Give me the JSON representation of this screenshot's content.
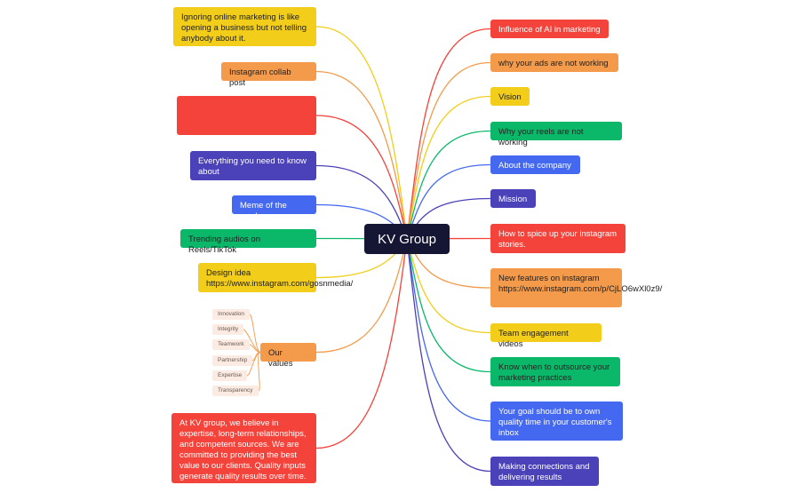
{
  "center": {
    "label": "KV Group"
  },
  "left_nodes": [
    {
      "text": "Ignoring online marketing is like opening a business but not telling anybody about it.",
      "color": "#f2cd1a",
      "text_color": "#222222"
    },
    {
      "text": "Instagram collab post",
      "color": "#f49a4b",
      "text_color": "#222222"
    },
    {
      "text": "",
      "color": "#f4433b",
      "text_color": "#ffffff"
    },
    {
      "text": "Everything you need to know about",
      "color": "#4b41b8",
      "text_color": "#ffffff"
    },
    {
      "text": "Meme of the week",
      "color": "#4568f0",
      "text_color": "#ffffff"
    },
    {
      "text": "Trending audios on Reels/TikTok",
      "color": "#0bb86a",
      "text_color": "#222222"
    },
    {
      "text": "Design idea https://www.instagram.com/gosnmedia/",
      "color": "#f2cd1a",
      "text_color": "#222222"
    },
    {
      "text": "Our values",
      "color": "#f49a4b",
      "text_color": "#222222"
    },
    {
      "text": "At KV group, we believe in expertise, long-term relationships, and competent sources. We are committed to providing the best value to our clients. Quality inputs generate quality results over time.",
      "color": "#f4433b",
      "text_color": "#ffffff"
    }
  ],
  "values": [
    "Innovation",
    "Integrity",
    "Teamwork",
    "Partnership",
    "Expertise",
    "Transparency"
  ],
  "right_nodes": [
    {
      "text": "Influence of AI in marketing",
      "color": "#f4433b",
      "text_color": "#ffffff"
    },
    {
      "text": "why your ads are not working",
      "color": "#f49a4b",
      "text_color": "#222222"
    },
    {
      "text": "Vision",
      "color": "#f2cd1a",
      "text_color": "#222222"
    },
    {
      "text": "Why your reels are not working",
      "color": "#0bb86a",
      "text_color": "#222222"
    },
    {
      "text": "About the company",
      "color": "#4568f0",
      "text_color": "#ffffff"
    },
    {
      "text": "Mission",
      "color": "#4b41b8",
      "text_color": "#ffffff"
    },
    {
      "text": "How to spice up your instagram stories.",
      "color": "#f4433b",
      "text_color": "#ffffff"
    },
    {
      "text": "New features on instagram https://www.instagram.com/p/CjLO6wXl0z9/",
      "color": "#f49a4b",
      "text_color": "#222222"
    },
    {
      "text": "Team engagement videos",
      "color": "#f2cd1a",
      "text_color": "#222222"
    },
    {
      "text": "Know when to outsource your marketing practices",
      "color": "#0bb86a",
      "text_color": "#222222"
    },
    {
      "text": "Your goal should be to own quality time in your customer's inbox",
      "color": "#4568f0",
      "text_color": "#ffffff"
    },
    {
      "text": "Making connections and delivering results",
      "color": "#4b41b8",
      "text_color": "#ffffff"
    }
  ]
}
